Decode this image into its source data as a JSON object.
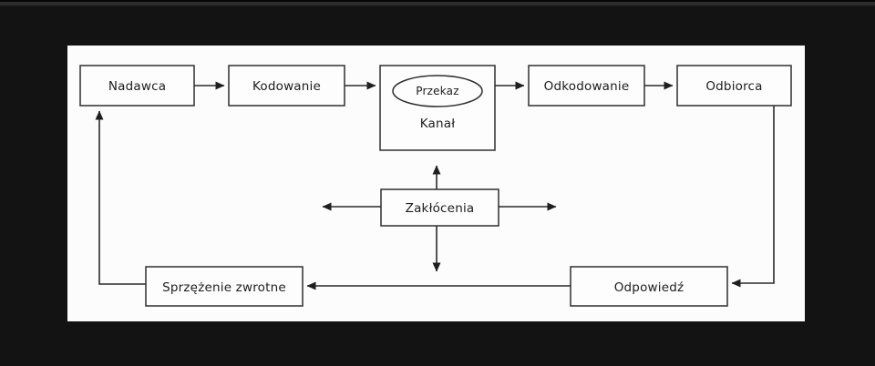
{
  "scene": {
    "description_labels_language": "pl",
    "colors": {
      "background": "#131313",
      "top_strip": "#2d2d2d",
      "panel": "#fcfcfc",
      "line": "#2a2a2a",
      "box_border": "#2f2f2f",
      "text": "#1c1c1c"
    }
  },
  "nodes": {
    "nadawca": "Nadawca",
    "kodowanie": "Kodowanie",
    "przekaz": "Przekaz",
    "kanal": "Kanał",
    "odkodowanie": "Odkodowanie",
    "odbiorca": "Odbiorca",
    "zaklocenia": "Zakłócenia",
    "sprzezenie_zwrotne": "Sprzężenie zwrotne",
    "odpowiedz": "Odpowiedź"
  },
  "edges": [
    {
      "from": "Nadawca",
      "to": "Kodowanie"
    },
    {
      "from": "Kodowanie",
      "to": "Kanał"
    },
    {
      "from": "Kanał",
      "to": "Odkodowanie"
    },
    {
      "from": "Odkodowanie",
      "to": "Odbiorca"
    },
    {
      "from": "Odbiorca",
      "to": "Odpowiedź"
    },
    {
      "from": "Odpowiedź",
      "to": "Sprzężenie zwrotne"
    },
    {
      "from": "Sprzężenie zwrotne",
      "to": "Nadawca"
    },
    {
      "from": "Zakłócenia",
      "to": "up"
    },
    {
      "from": "Zakłócenia",
      "to": "down"
    },
    {
      "from": "Zakłócenia",
      "to": "left"
    },
    {
      "from": "Zakłócenia",
      "to": "right"
    }
  ]
}
